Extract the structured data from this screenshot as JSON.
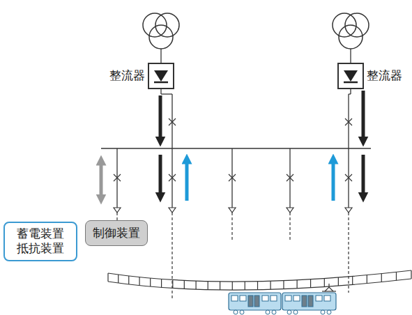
{
  "diagram": {
    "nodes": [
      {
        "text": [
          "整流器"
        ]
      },
      {
        "text": [
          "整流器"
        ]
      },
      {
        "text": [
          "蓄電装置 抵抗装置"
        ]
      },
      {
        "text": [
          "制御装置"
        ]
      }
    ]
  }
}
